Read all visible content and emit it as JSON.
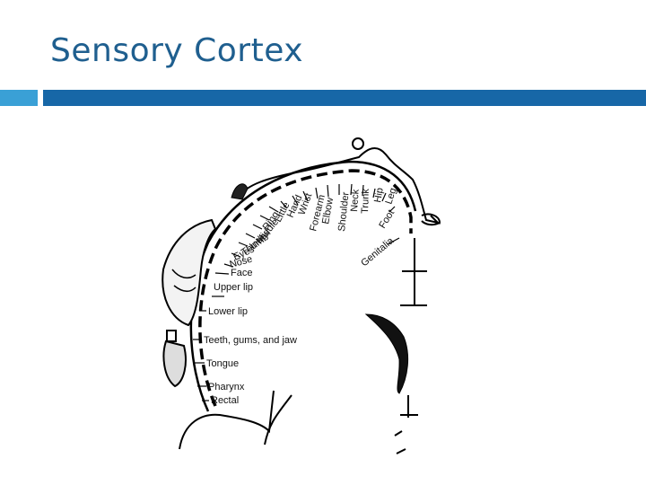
{
  "slide": {
    "title": "Sensory Cortex",
    "colors": {
      "title": "#1f5f8f",
      "accent_light": "#3aa0d6",
      "accent_dark": "#1767a7"
    }
  },
  "diagram": {
    "labels": {
      "little": "Little",
      "hand": "Hand",
      "wrist": "Wrist",
      "forearm": "Forearm",
      "elbow": "Elbow",
      "shoulder": "Shoulder",
      "neck": "Neck",
      "trunk": "Trunk",
      "hip": "Hip",
      "leg": "Leg",
      "foot": "Foot",
      "genitalia": "Genitalia",
      "ring": "Ring",
      "middle": "Middle",
      "index": "Index",
      "thumb": "Thumb",
      "eyes": "Eyes",
      "nose": "Nose",
      "face": "Face",
      "upper_lip": "Upper lip",
      "lower_lip": "Lower lip",
      "teeth": "Teeth, gums, and jaw",
      "tongue": "Tongue",
      "pharynx": "Pharynx",
      "rectal": "Rectal"
    }
  }
}
